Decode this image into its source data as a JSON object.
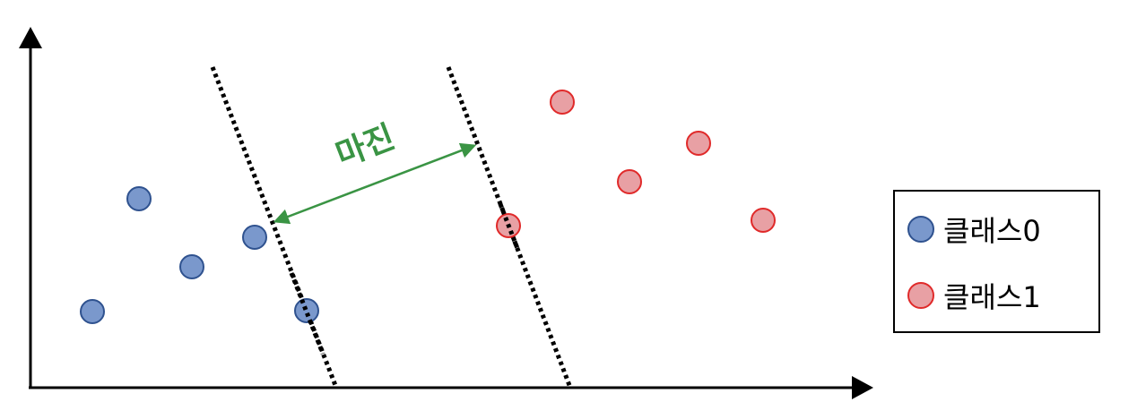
{
  "margin_label": "마진",
  "colors": {
    "class0_fill": "#7a98cc",
    "class0_stroke": "#2f528f",
    "class1_fill": "#e8a0a4",
    "class1_stroke": "#e02a2a",
    "margin_arrow": "#3a9444",
    "axis": "#000000"
  },
  "legend": {
    "items": [
      {
        "label": "클래스0",
        "class": "class0"
      },
      {
        "label": "클래스1",
        "class": "class1"
      }
    ]
  }
}
